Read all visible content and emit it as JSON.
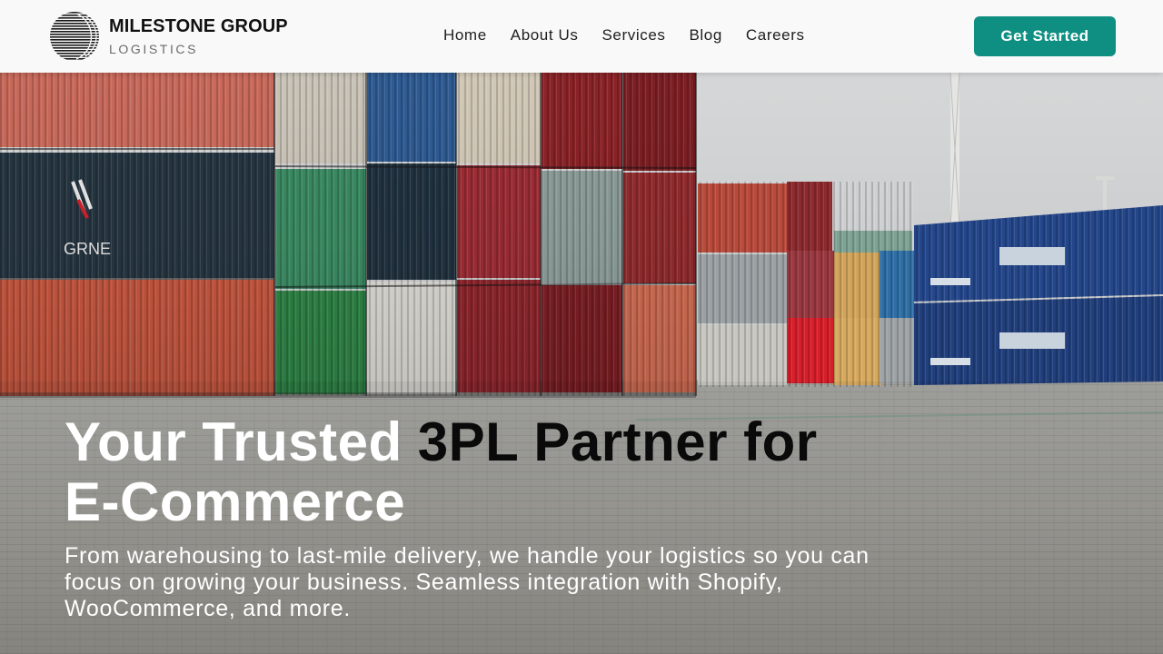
{
  "brand": {
    "name": "MILESTONE GROUP",
    "tagline": "LOGISTICS",
    "logo_icon": "striped-globe-icon"
  },
  "nav": {
    "items": [
      {
        "label": "Home"
      },
      {
        "label": "About Us"
      },
      {
        "label": "Services"
      },
      {
        "label": "Blog"
      },
      {
        "label": "Careers"
      }
    ],
    "cta_label": "Get Started"
  },
  "hero": {
    "title_part1": "Your Trusted ",
    "title_highlight": "3PL Partner for",
    "title_part2": "E-Commerce",
    "subtitle": "From warehousing to last-mile delivery, we handle your logistics so you can focus on growing your business. Seamless integration with Shopify, WooCommerce, and more.",
    "background": "shipping-container-yard-photo"
  },
  "colors": {
    "accent": "#0f8f82",
    "header_bg": "#f9f9f9",
    "title_light": "#ffffff",
    "title_dark": "#0a0a0a"
  }
}
